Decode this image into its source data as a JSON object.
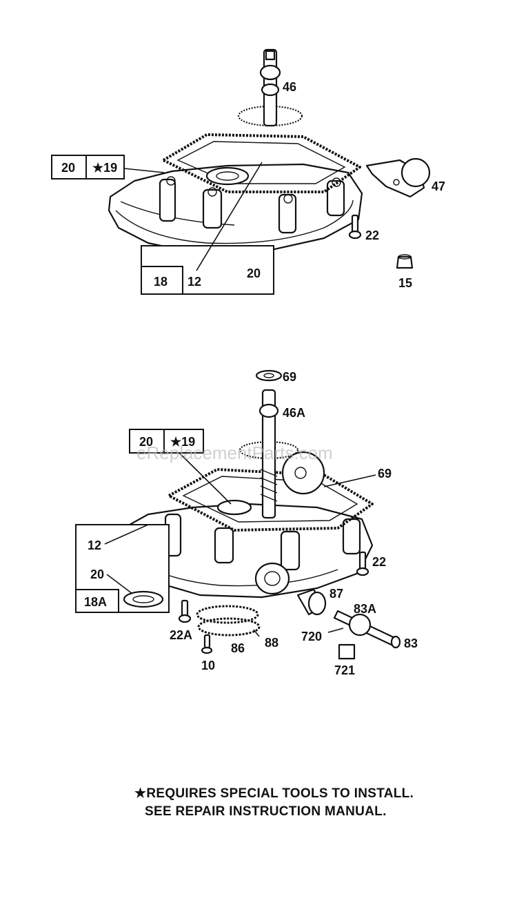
{
  "top_view": {
    "callouts": {
      "camshaft": "46",
      "box_left": "20",
      "box_right": "★19",
      "bracket": "47",
      "bolt": "22",
      "plug": "15",
      "seal_box": "18",
      "gasket_ref": "12",
      "seal": "20"
    }
  },
  "bottom_view": {
    "callouts": {
      "washer": "69",
      "camshaft": "46A",
      "box_left": "20",
      "box_right": "★19",
      "gear": "69",
      "gasket_ref": "12",
      "seal": "20",
      "seal_box": "18A",
      "bolt_right": "22",
      "bushing": "87",
      "shaft_gear": "83A",
      "shaft": "83",
      "pin": "720",
      "clip": "721",
      "bolt_left": "22A",
      "gasket_a": "86",
      "gasket_b": "88",
      "bolt_bottom": "10"
    }
  },
  "watermark": "eReplacementParts.com",
  "notes": {
    "line1": "★REQUIRES SPECIAL TOOLS TO INSTALL.",
    "line2": "SEE REPAIR INSTRUCTION MANUAL."
  }
}
